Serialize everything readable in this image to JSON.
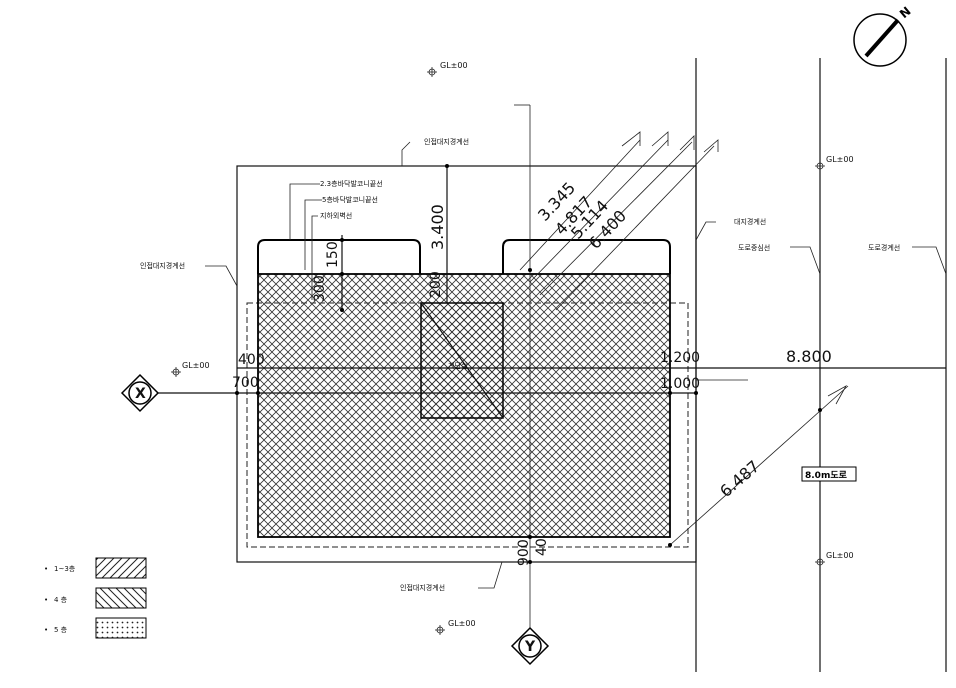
{
  "labels": {
    "adjacent_boundary_top": "인접대지경계선",
    "adjacent_boundary_left": "인접대지경계선",
    "adjacent_boundary_bottom": "인접대지경계선",
    "site_boundary": "대지경계선",
    "road_center": "도로중심선",
    "road_boundary": "도로경계선",
    "balcony_23": "2.3층바닥발코니끝선",
    "balcony_5": "5층바닥발코니끝선",
    "basement_line": "지하외벽선",
    "stair": "계단실",
    "road_width": "8.0m도로"
  },
  "gl": {
    "top": "GL±00",
    "left": "GL±00",
    "right_top": "GL±00",
    "right_bottom": "GL±00",
    "bottom": "GL±00"
  },
  "dims": {
    "d3400": "3.400",
    "d3345": "3.345",
    "d4817": "4.817",
    "d5114": "5.114",
    "d6400": "6.400",
    "d150": "150",
    "d300": "300",
    "d200": "200",
    "d400": "400",
    "d700": "700",
    "d900": "900",
    "d40": "40",
    "d8800": "8.800",
    "d6487": "6.487",
    "d1000": "1.000",
    "d1200": "1.200"
  },
  "axes": {
    "x": "X",
    "y": "Y"
  },
  "compass": {
    "north": "N"
  },
  "legend": [
    {
      "marker": "•",
      "label": "1~3층",
      "pattern": "hatch-diag"
    },
    {
      "marker": "•",
      "label": "4  층",
      "pattern": "hatch-back"
    },
    {
      "marker": "•",
      "label": "5  층",
      "pattern": "dots"
    }
  ],
  "colors": {
    "line": "#111111",
    "background": "#ffffff"
  }
}
